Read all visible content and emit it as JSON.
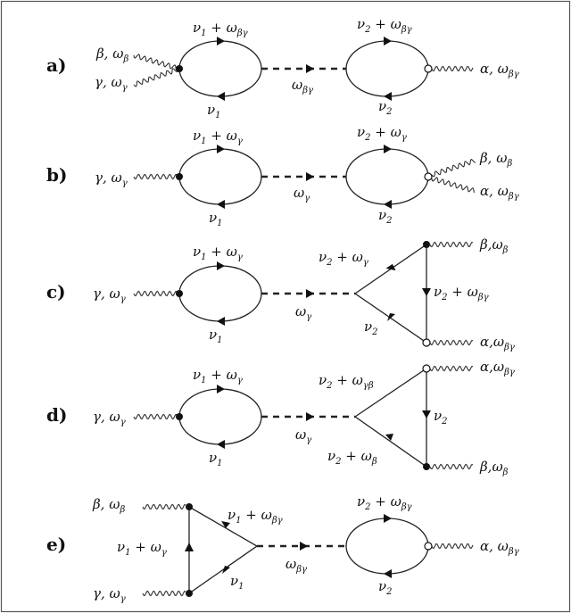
{
  "colors": {
    "line": "#222222",
    "border": "#555555",
    "background": "#ffffff"
  },
  "panels": [
    {
      "id": "a",
      "label": "a)"
    },
    {
      "id": "b",
      "label": "b)"
    },
    {
      "id": "c",
      "label": "c)"
    },
    {
      "id": "d",
      "label": "d)"
    },
    {
      "id": "e",
      "label": "e)"
    }
  ],
  "labels": {
    "a": {
      "in_beta": [
        "β, ω",
        "β"
      ],
      "in_gamma": [
        "γ, ω",
        "γ"
      ],
      "loop1_top": [
        "ν",
        "1",
        " + ω",
        "βγ"
      ],
      "loop1_bottom": [
        "ν",
        "1"
      ],
      "propagator": [
        "ω",
        "βγ"
      ],
      "loop2_top": [
        "ν",
        "2",
        " + ω",
        "βγ"
      ],
      "loop2_bottom": [
        "ν",
        "2"
      ],
      "out_alpha": [
        "α, ω",
        "βγ"
      ]
    },
    "b": {
      "in_gamma": [
        "γ, ω",
        "γ"
      ],
      "loop1_top": [
        "ν",
        "1",
        " + ω",
        "γ"
      ],
      "loop1_bottom": [
        "ν",
        "1"
      ],
      "propagator": [
        "ω",
        "γ"
      ],
      "loop2_top": [
        "ν",
        "2",
        " + ω",
        "γ"
      ],
      "loop2_bottom": [
        "ν",
        "2"
      ],
      "out_beta": [
        "β, ω",
        "β"
      ],
      "out_alpha": [
        "α, ω",
        "βγ"
      ]
    },
    "c": {
      "in_gamma": [
        "γ, ω",
        "γ"
      ],
      "loop1_top": [
        "ν",
        "1",
        " + ω",
        "γ"
      ],
      "loop1_bottom": [
        "ν",
        "1"
      ],
      "propagator": [
        "ω",
        "γ"
      ],
      "tri_upper": [
        "ν",
        "2",
        " + ω",
        "γ"
      ],
      "tri_lower": [
        "ν",
        "2"
      ],
      "tri_right": [
        "ν",
        "2",
        " + ω",
        "βγ"
      ],
      "out_beta": [
        "β,ω",
        "β"
      ],
      "out_alpha": [
        "α,ω",
        "βγ"
      ]
    },
    "d": {
      "in_gamma": [
        "γ, ω",
        "γ"
      ],
      "loop1_top": [
        "ν",
        "1",
        " + ω",
        "γ"
      ],
      "loop1_bottom": [
        "ν",
        "1"
      ],
      "propagator": [
        "ω",
        "γ"
      ],
      "tri_upper": [
        "ν",
        "2",
        " + ω",
        "γβ"
      ],
      "tri_lower": [
        "ν",
        "2",
        " + ω",
        "β"
      ],
      "tri_right": [
        "ν",
        "2"
      ],
      "out_alpha": [
        "α,ω",
        "βγ"
      ],
      "out_beta": [
        "β,ω",
        "β"
      ]
    },
    "e": {
      "in_beta": [
        "β, ω",
        "β"
      ],
      "in_gamma": [
        "γ, ω",
        "γ"
      ],
      "tri_left": [
        "ν",
        "1",
        " + ω",
        "γ"
      ],
      "tri_upper": [
        "ν",
        "1",
        " + ω",
        "βγ"
      ],
      "tri_lower": [
        "ν",
        "1"
      ],
      "propagator": [
        "ω",
        "βγ"
      ],
      "loop2_top": [
        "ν",
        "2",
        " + ω",
        "βγ"
      ],
      "loop2_bottom": [
        "ν",
        "2"
      ],
      "out_alpha": [
        "α, ω",
        "βγ"
      ]
    }
  }
}
